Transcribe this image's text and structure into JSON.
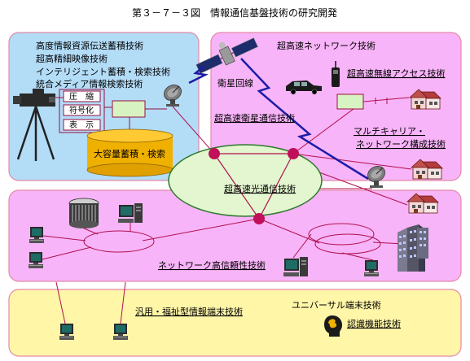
{
  "title": "第３－７－３図　情報通信基盤技術の研究開発",
  "colors": {
    "blue_panel": "#b3dcf7",
    "pink_panel": "#f8b4f8",
    "yellow_panel": "#fff6a8",
    "panel_border": "#e48aa6",
    "ellipse_fill": "#e3f6cf",
    "ellipse_stroke": "#2d7a2d",
    "node_fill": "#c0105a",
    "network_line": "#b01050",
    "lightning": "#1c1ca8",
    "storage_fill": "#f0b000",
    "green_box": "#d8f3c2"
  },
  "top_left": {
    "lines": [
      "高度情報資源伝送蓄積技術",
      "超高精細映像技術",
      "インテリジェント蓄積・検索技術",
      "統合メディア情報検索技術"
    ],
    "boxes": [
      "圧　縮",
      "符号化",
      "表　示"
    ],
    "storage": "大容量蓄積・検索"
  },
  "top_right": {
    "network": "超高速ネットワーク技術",
    "satellite_line": "衛星回線",
    "wireless": "超高速無線アクセス技術",
    "satellite_comm": "超高速衛星通信技術",
    "multicarrier": [
      "マルチキャリア・",
      "ネットワーク構成技術"
    ]
  },
  "center": {
    "optical": "超高速光通信技術"
  },
  "middle": {
    "reliability": "ネットワーク高信頼性技術"
  },
  "bottom": {
    "terminal": "汎用・福祉型情報端末技術",
    "universal": "ユニバーサル端末技術",
    "recognition": "認識機能技術"
  },
  "icons": [
    "satellite-icon",
    "video-camera-icon",
    "parabolic-antenna-icon",
    "car-icon",
    "mobile-phone-icon",
    "house-icon",
    "server-icon",
    "computer-terminal-icon",
    "office-building-icon",
    "human-head-icon"
  ]
}
